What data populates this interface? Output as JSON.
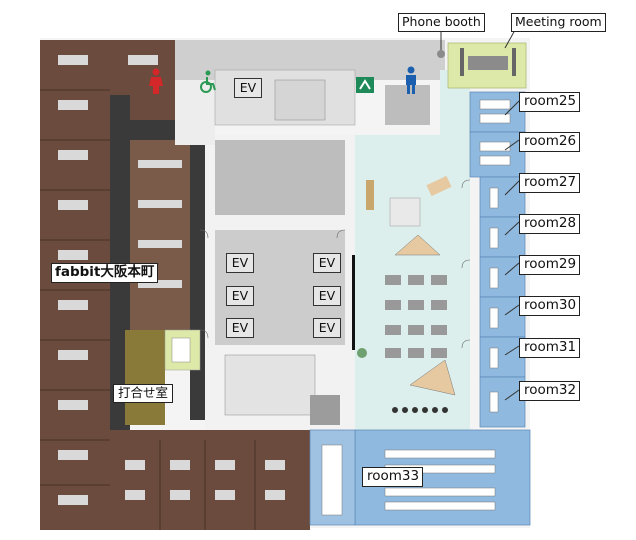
{
  "map": {
    "office_name": "fabbit大阪本町",
    "meeting_corner": "打合せ室",
    "phone_booth": "Phone booth",
    "meeting_room": "Meeting room",
    "rooms": [
      "room25",
      "room26",
      "room27",
      "room28",
      "room29",
      "room30",
      "room31",
      "room32",
      "room33"
    ],
    "elevator_label": "EV"
  },
  "icons": [
    "restroom-female-icon",
    "wheelchair-icon",
    "restroom-male-icon",
    "emergency-exit-icon"
  ],
  "colors": {
    "private_office": "#6b4b3d",
    "corridor": "#3a3a3a",
    "lounge": "#dcefed",
    "room_blue": "#8fb9df",
    "meeting_room_green": "#dde9a8",
    "core_gray": "#bdbdbd",
    "meeting_corner": "#8a7a3a"
  }
}
